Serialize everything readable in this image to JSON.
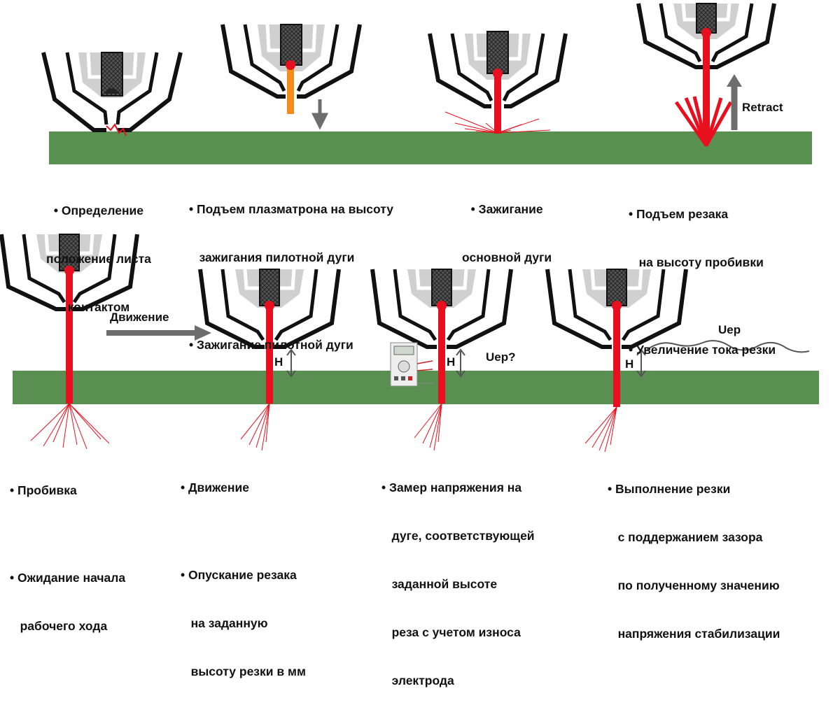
{
  "colors": {
    "plate": "#5a8f52",
    "nozzle": "#111111",
    "electrode_shell": "#c9c9c9",
    "electrode_core": "#4a4a4a",
    "arc": "#e8101e",
    "pilot_arc": "#f28c1c",
    "arrow": "#6d6d6d",
    "background": "#ffffff"
  },
  "labels": {
    "retract": "Retract",
    "movement": "Движение",
    "h1": "H",
    "h2": "H",
    "h3": "H",
    "uep_question": "Uep?",
    "uep": "Uep"
  },
  "steps": [
    {
      "lines": [
        "• Определение",
        "положение листа",
        "контактом"
      ]
    },
    {
      "lines": [
        "• Подъем плазматрона на высоту",
        "   зажигания пилотной дуги",
        "",
        "• Зажигание пилотной дуги"
      ]
    },
    {
      "lines": [
        "• Зажигание",
        "основной дуги"
      ]
    },
    {
      "lines": [
        "• Подъем резака",
        "   на высоту пробивки",
        "",
        "• Увеличение тока резки"
      ]
    },
    {
      "lines": [
        "• Пробивка",
        "",
        "• Ожидание начала",
        "   рабочего хода"
      ]
    },
    {
      "lines": [
        "• Движение",
        "",
        "• Опускание резака",
        "   на заданную",
        "   высоту резки в мм"
      ]
    },
    {
      "lines": [
        "• Замер напряжения на",
        "   дуге, соответствующей",
        "   заданной высоте",
        "   реза с учетом износа",
        "   электрода"
      ]
    },
    {
      "lines": [
        "• Выполнение резки",
        "   с поддержанием зазора",
        "   по полученному значению",
        "   напряжения стабилизации"
      ]
    }
  ]
}
